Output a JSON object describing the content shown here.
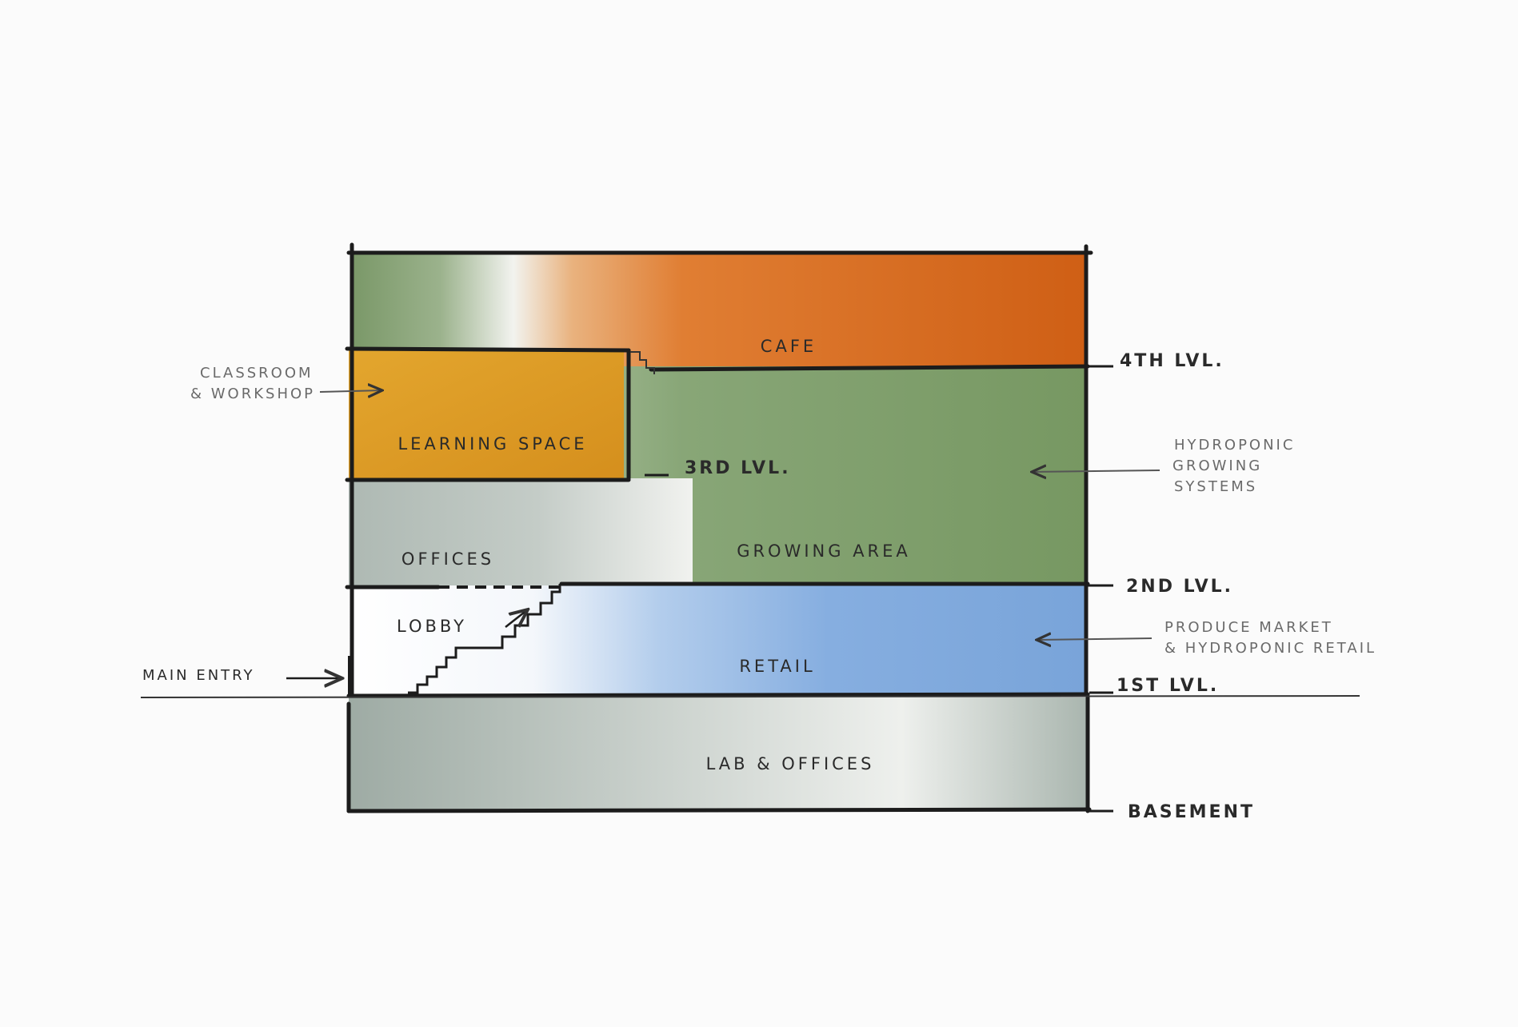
{
  "zones": {
    "cafe": "CAFE",
    "learning_space": "LEARNING SPACE",
    "offices": "OFFICES",
    "growing_area": "GROWING AREA",
    "lobby": "LOBBY",
    "retail": "RETAIL",
    "lab_offices": "LAB & OFFICES"
  },
  "levels": {
    "fourth": "4TH LVL.",
    "third": "3RD LVL.",
    "second": "2ND LVL.",
    "first": "1ST LVL.",
    "basement": "BASEMENT"
  },
  "annotations": {
    "classroom_line1": "CLASSROOM",
    "classroom_line2": "& WORKSHOP",
    "hydroponic_line1": "HYDROPONIC",
    "hydroponic_line2": "GROWING",
    "hydroponic_line3": "SYSTEMS",
    "produce_line1": "PRODUCE MARKET",
    "produce_line2": "& HYDROPONIC RETAIL",
    "main_entry": "MAIN ENTRY"
  },
  "colors": {
    "cafe": "#d9691b",
    "learning": "#dfa12a",
    "growing": "#7e9d6c",
    "offices": "#b2bcb6",
    "retail": "#82ace0",
    "basement": "#a9b5ae",
    "ink": "#1c1c1c"
  }
}
